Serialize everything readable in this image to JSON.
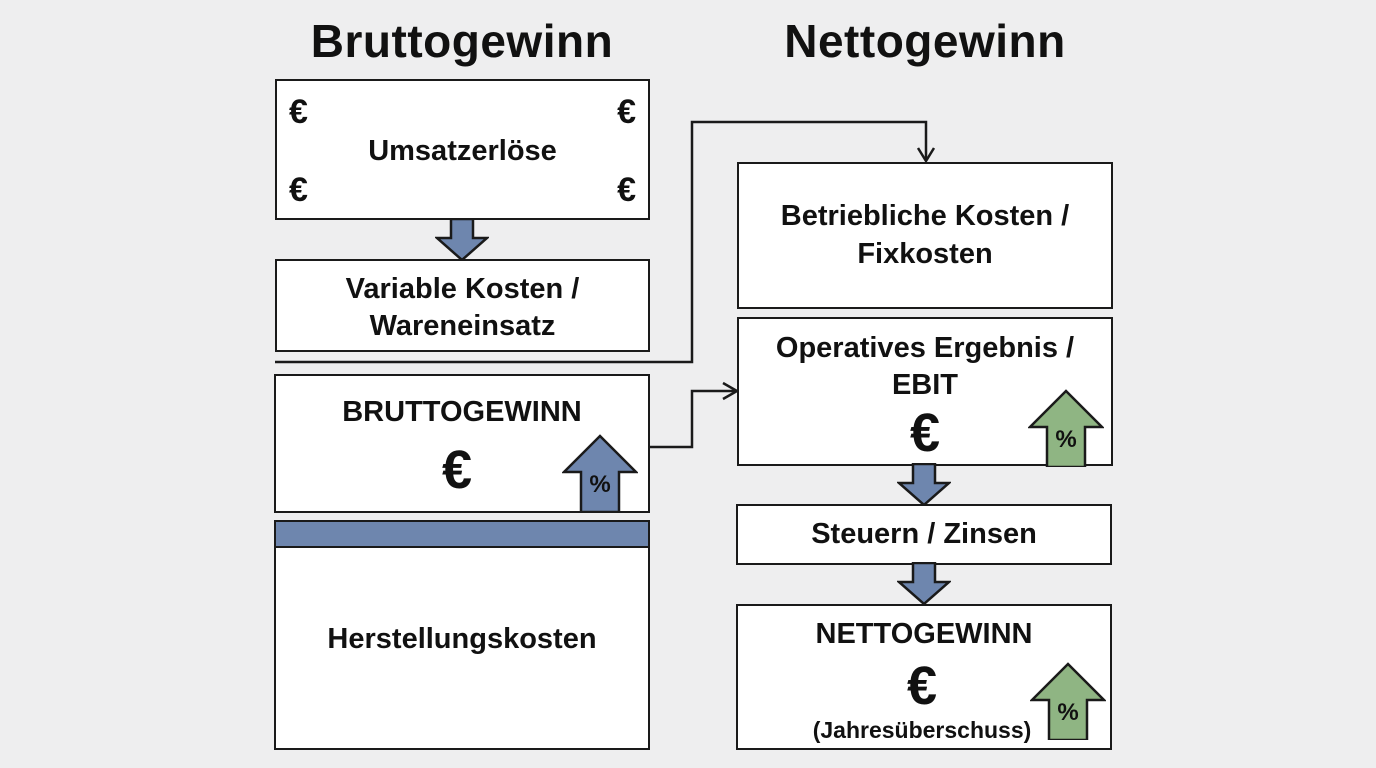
{
  "headings": {
    "left": "Bruttogewinn",
    "right": "Nettogewinn"
  },
  "left_column": {
    "revenue": {
      "label": "Umsatzerlöse",
      "currency_symbol": "€"
    },
    "variable_costs": {
      "line1": "Variable Kosten /",
      "line2": "Wareneinsatz"
    },
    "gross_profit": {
      "label": "BRUTTOGEWINN",
      "currency_symbol": "€",
      "percent_symbol": "%"
    },
    "production_costs": {
      "label": "Herstellungskosten"
    }
  },
  "right_column": {
    "operating_costs": {
      "line1": "Betriebliche Kosten /",
      "line2": "Fixkosten"
    },
    "ebit": {
      "line1": "Operatives Ergebnis /",
      "line2": "EBIT",
      "currency_symbol": "€",
      "percent_symbol": "%"
    },
    "taxes_interest": {
      "label": "Steuern / Zinsen"
    },
    "net_profit": {
      "label": "NETTOGEWINN",
      "currency_symbol": "€",
      "note": "(Jahresüberschuss)",
      "percent_symbol": "%"
    }
  },
  "colors": {
    "flow_arrow_blue": "#6e86ae",
    "growth_arrow_green": "#8fb583",
    "border": "#1a1a1a",
    "background": "#eeeeef"
  },
  "icons": [
    "euro-sign",
    "percent-up-arrow",
    "down-flow-arrow",
    "connector-arrow"
  ]
}
